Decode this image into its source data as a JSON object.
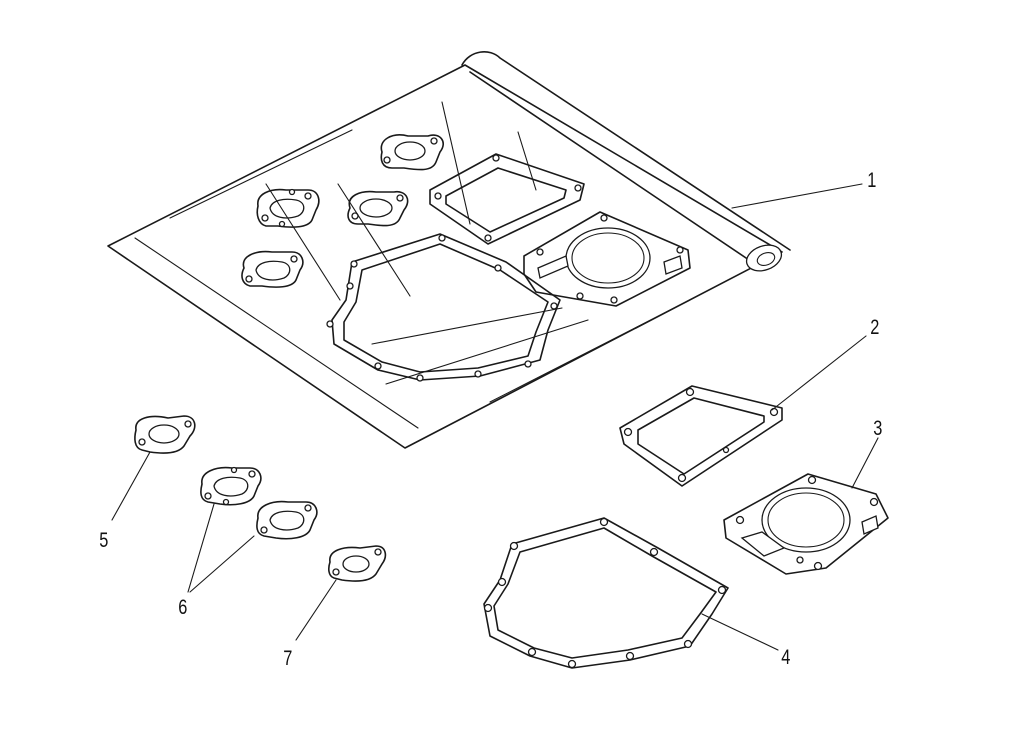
{
  "diagram": {
    "callouts": [
      {
        "id": "1",
        "text": "1"
      },
      {
        "id": "2",
        "text": "2"
      },
      {
        "id": "3",
        "text": "3"
      },
      {
        "id": "4",
        "text": "4"
      },
      {
        "id": "5",
        "text": "5"
      },
      {
        "id": "6",
        "text": "6"
      },
      {
        "id": "7",
        "text": "7"
      }
    ],
    "colors": {
      "line": "#1a1a1a",
      "background": "#ffffff"
    }
  }
}
